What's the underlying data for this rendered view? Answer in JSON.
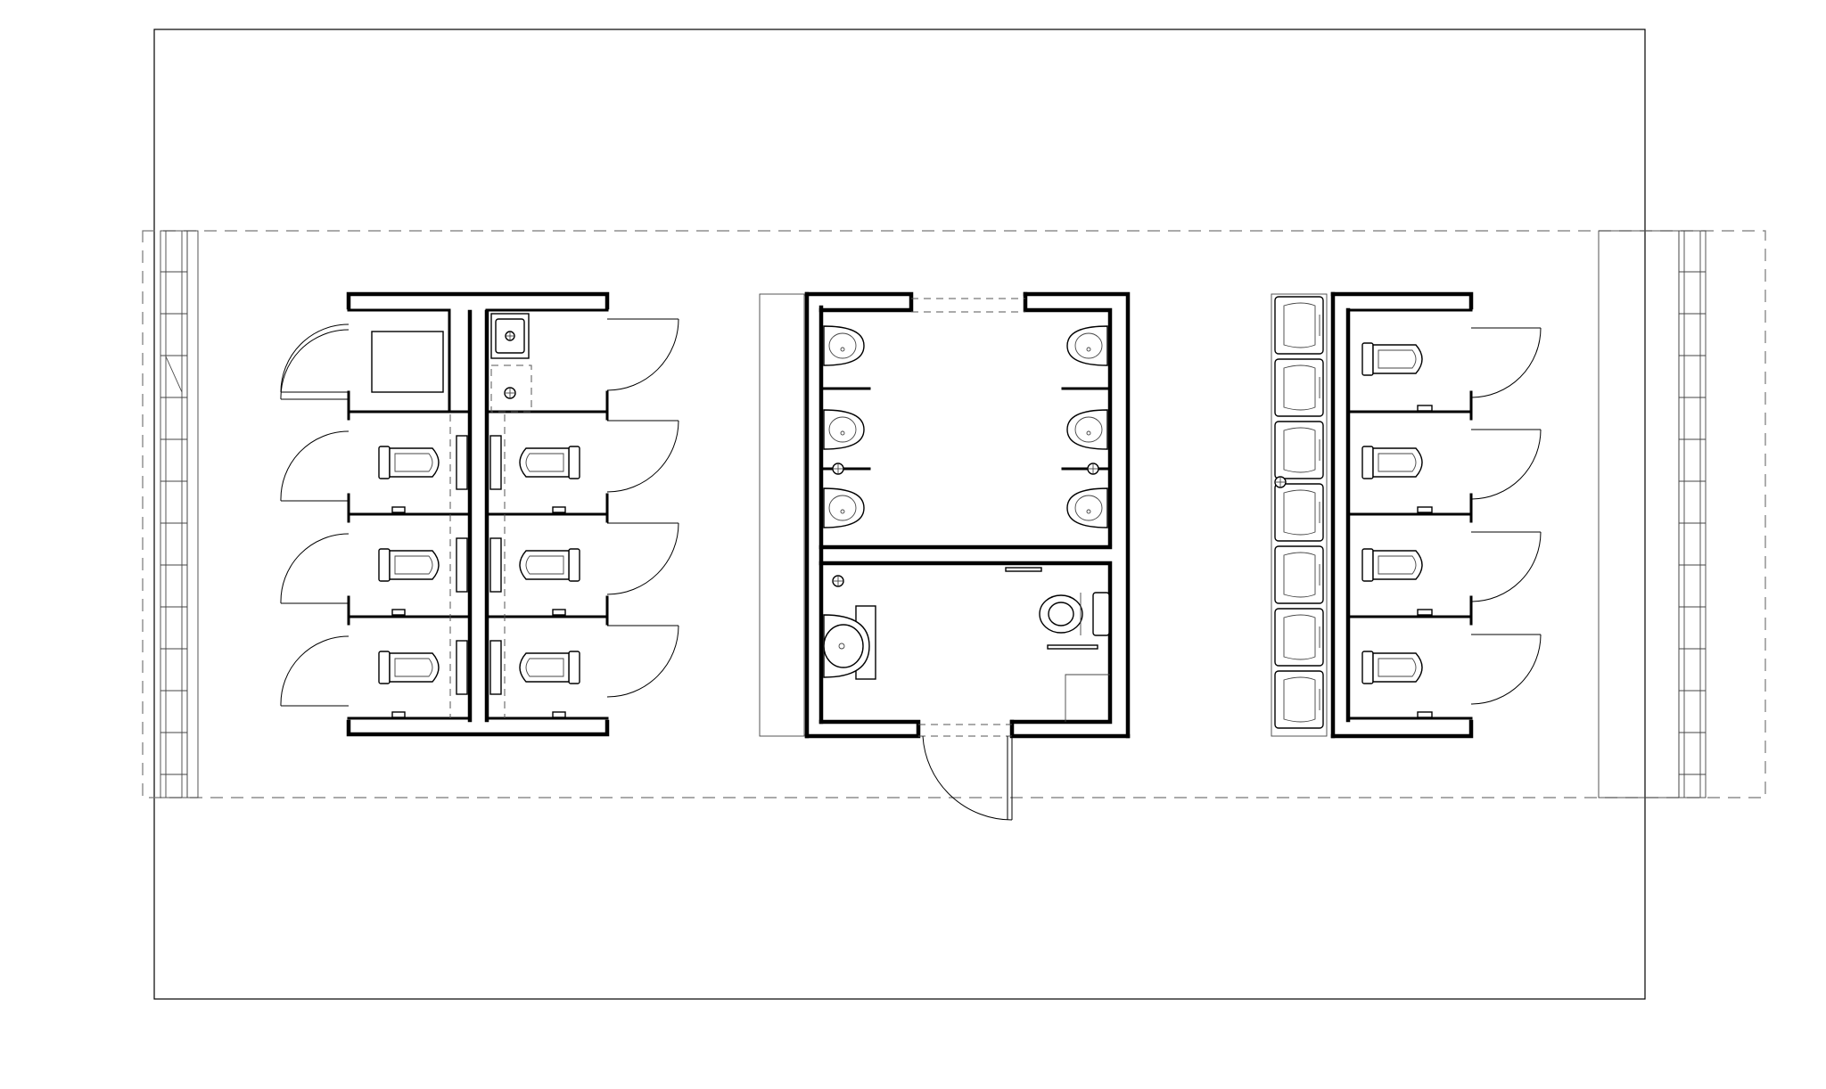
{
  "drawing": {
    "type": "architectural floor plan",
    "modules": [
      {
        "id": "left",
        "fixtures": [
          "cleaning-room",
          "service-sink",
          "floor-drain",
          "wc-cubicle",
          "wc-cubicle",
          "wc-cubicle",
          "wc-cubicle",
          "wc-cubicle",
          "wc-cubicle"
        ]
      },
      {
        "id": "center",
        "fixtures": [
          "urinal",
          "urinal",
          "urinal",
          "urinal",
          "urinal",
          "urinal",
          "accessible-wc",
          "accessible-washbasin",
          "grab-bar",
          "entrance-door"
        ]
      },
      {
        "id": "right",
        "fixtures": [
          "washbasin-row",
          "wc-cubicle",
          "wc-cubicle",
          "wc-cubicle",
          "wc-cubicle"
        ]
      }
    ],
    "washbasin_count": 7,
    "urinal_count": 6,
    "left_wc_count": 6,
    "right_wc_count": 4
  }
}
